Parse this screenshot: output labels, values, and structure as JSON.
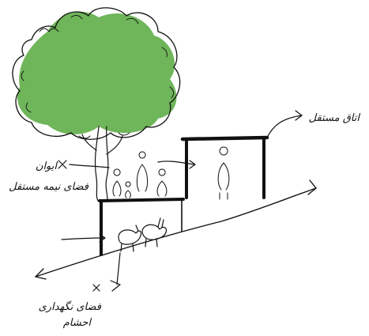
{
  "labels": {
    "room_label": "اتاق مستقل",
    "ivan_label": "ایوان",
    "semi_open_label": "فضای نیمه مستقل",
    "livestock_line1": "فضای نگهداری",
    "livestock_line2": "احشام"
  },
  "colors": {
    "tree_canopy": "#6fb55a",
    "ink": "#111111",
    "background": "#ffffff"
  }
}
